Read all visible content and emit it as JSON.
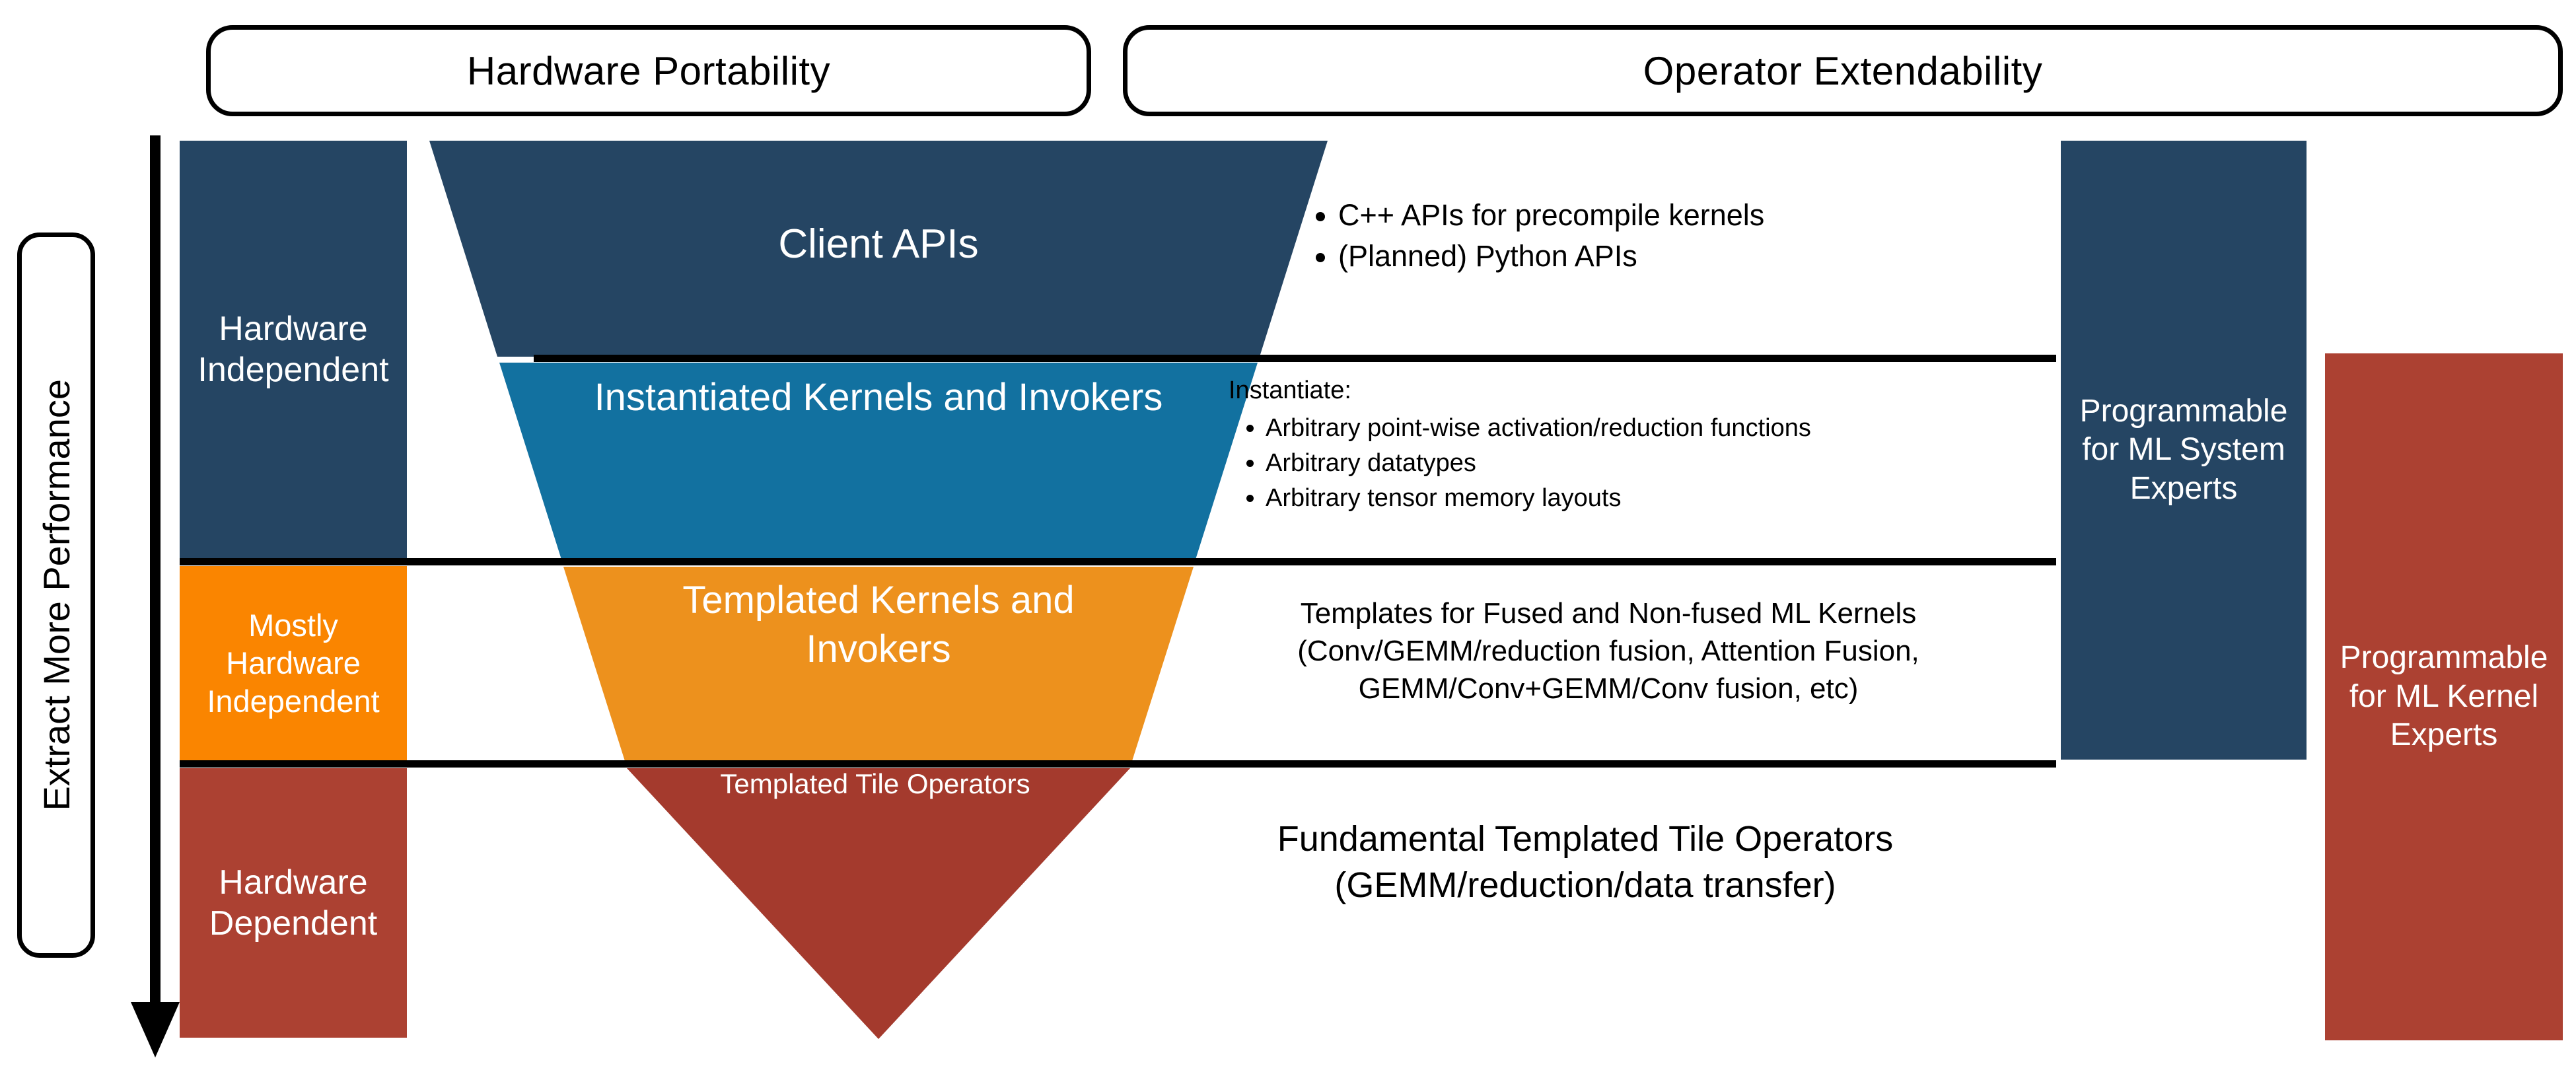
{
  "header": {
    "boxes": [
      {
        "label": "Hardware Portability"
      },
      {
        "label": "Operator Extendability"
      }
    ]
  },
  "axis": {
    "label": "Extract More Performance",
    "arrow_direction": "down"
  },
  "stages": [
    {
      "level_label": "Hardware Independent",
      "color": "#254563",
      "funnel_label": "Client APIs",
      "funnel_color": "#254563"
    },
    {
      "level_label": "Mostly Hardware Independent",
      "color": "#FA8500",
      "funnel_label": "Templated Kernels and Invokers",
      "funnel_color": "#ED911D"
    },
    {
      "level_label": "Hardware Dependent",
      "color": "#AC4132",
      "funnel_label": "Templated Tile Operators",
      "funnel_color": "#A43A2D"
    }
  ],
  "funnel": [
    {
      "label": "Client APIs",
      "color": "#254563"
    },
    {
      "label": "Instantiated Kernels and Invokers",
      "color": "#1271A0"
    },
    {
      "label": "Templated Kernels and Invokers",
      "color": "#ED911D"
    },
    {
      "label": "Templated Tile Operators",
      "color": "#A43A2D"
    }
  ],
  "descriptions": {
    "client_apis": {
      "bullets": [
        "C++ APIs for precompile kernels",
        "(Planned) Python APIs"
      ]
    },
    "instantiated": {
      "lead": "Instantiate:",
      "bullets": [
        "Arbitrary point-wise activation/reduction functions",
        "Arbitrary datatypes",
        "Arbitrary tensor memory layouts"
      ]
    },
    "templated_kernels": {
      "lines": [
        "Templates for Fused and Non-fused ML Kernels",
        "(Conv/GEMM/reduction fusion, Attention Fusion,",
        "GEMM/Conv+GEMM/Conv fusion, etc)"
      ]
    },
    "tile_operators": {
      "lines": [
        "Fundamental Templated Tile Operators",
        "(GEMM/reduction/data transfer)"
      ]
    }
  },
  "audience": [
    {
      "label": "Programmable for ML System Experts",
      "color": "#254563"
    },
    {
      "label": "Programmable for ML Kernel Experts",
      "color": "#AC4132"
    }
  ],
  "colors": {
    "navy": "#254563",
    "blue": "#1271A0",
    "orange_bar": "#FA8500",
    "orange_funnel": "#ED911D",
    "red_bar": "#AC4132",
    "red_funnel": "#A43A2D",
    "line": "#000000"
  }
}
